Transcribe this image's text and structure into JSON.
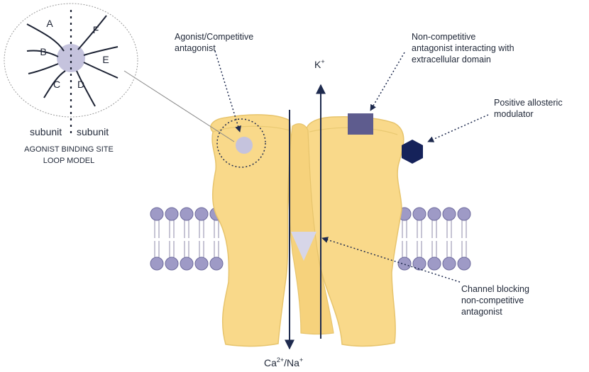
{
  "colors": {
    "protein_fill": "#f9d98a",
    "protein_stroke": "#e7c46c",
    "lipid_head": "#9e9ac6",
    "lipid_head_stroke": "#6d6a9c",
    "arrow": "#1e2a4e",
    "agonist_site": "#c5c3dd",
    "noncomp_square": "#5e5c8e",
    "pam_hexagon": "#15225a",
    "blocker_triangle": "#d7d6e8",
    "text": "#222a3a"
  },
  "loop_model": {
    "loops": [
      "A",
      "B",
      "C",
      "D",
      "E",
      "F"
    ],
    "subunit_left": "subunit",
    "subunit_right": "subunit",
    "caption_line1": "AGONIST BINDING SITE",
    "caption_line2": "LOOP MODEL"
  },
  "labels": {
    "agonist_line1": "Agonist/Competitive",
    "agonist_line2": "antagonist",
    "noncomp_line1": "Non-competitive",
    "noncomp_line2": "antagonist interacting with",
    "noncomp_line3": "extracellular domain",
    "pam_line1": "Positive allosteric",
    "pam_line2": "modulator",
    "blocker_line1": "Channel blocking",
    "blocker_line2": "non-competitive",
    "blocker_line3": "antagonist",
    "ion_out_base": "K",
    "ion_out_sup": "+",
    "ion_in_part1": "Ca",
    "ion_in_sup1": "2+",
    "ion_in_part2": "/Na",
    "ion_in_sup2": "+"
  },
  "icons": {
    "agonist": "circle-ligand-icon",
    "noncomp": "square-ligand-icon",
    "pam": "hexagon-ligand-icon",
    "blocker": "triangle-blocker-icon"
  }
}
